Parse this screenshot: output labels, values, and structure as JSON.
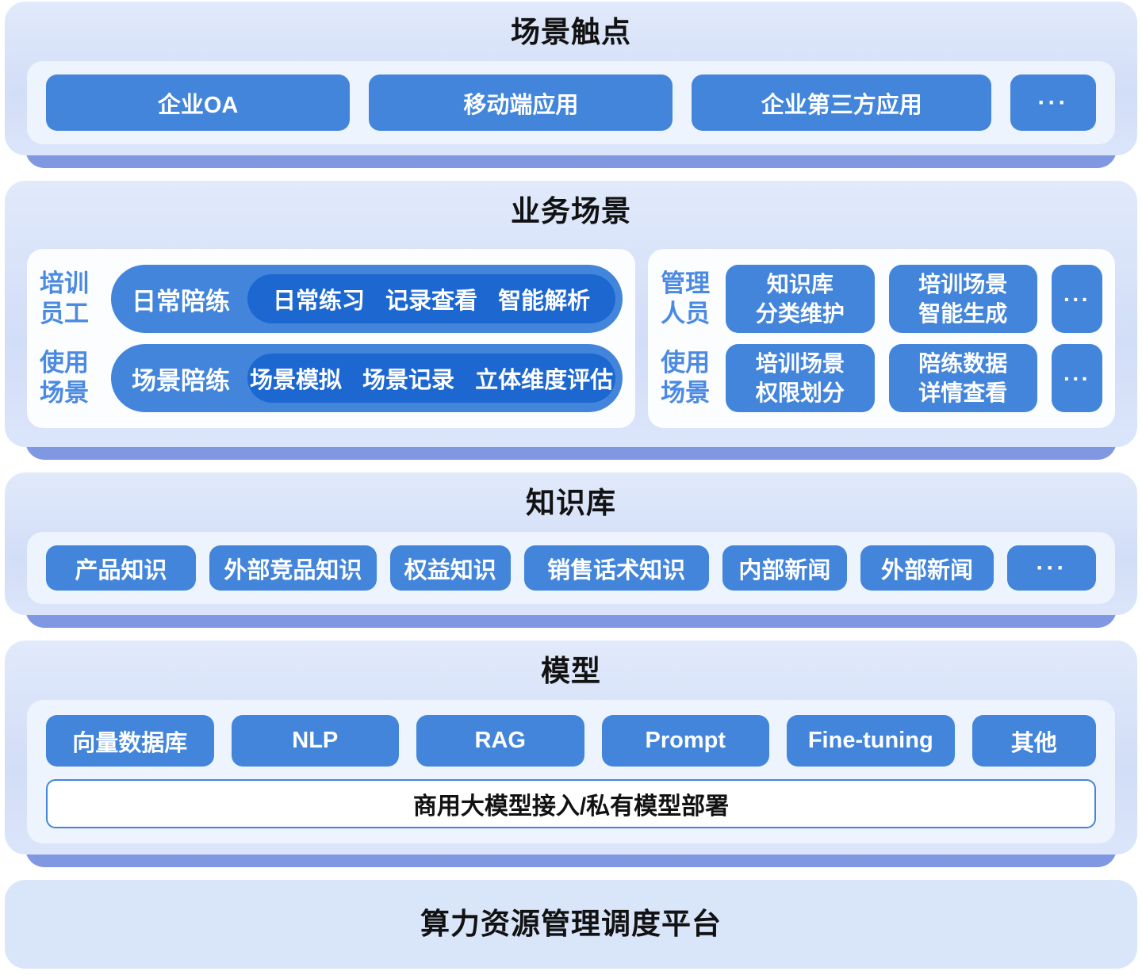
{
  "colors": {
    "button_blue": "#4285db",
    "deep_pill_blue": "#1d67d1",
    "shadow_band": "#8098e1",
    "role_label_blue": "#4b8ae2",
    "section_bg": "#d7e2f8",
    "panel_bg": "#fbfdff"
  },
  "touchpoints": {
    "title": "场景触点",
    "items": [
      "企业OA",
      "移动端应用",
      "企业第三方应用"
    ],
    "more": "···"
  },
  "business": {
    "title": "业务场景",
    "left": {
      "roles": [
        "培训",
        "员工",
        "使用",
        "场景"
      ],
      "rows": [
        {
          "label": "日常陪练",
          "detail": "日常练习 记录查看 智能解析"
        },
        {
          "label": "场景陪练",
          "detail": "场景模拟 场景记录 立体维度评估"
        }
      ]
    },
    "right": {
      "roles": [
        "管理",
        "人员",
        "使用",
        "场景"
      ],
      "rows": [
        {
          "buttons": [
            {
              "line1": "知识库",
              "line2": "分类维护"
            },
            {
              "line1": "培训场景",
              "line2": "智能生成"
            }
          ],
          "more": "···"
        },
        {
          "buttons": [
            {
              "line1": "培训场景",
              "line2": "权限划分"
            },
            {
              "line1": "陪练数据",
              "line2": "详情查看"
            }
          ],
          "more": "···"
        }
      ]
    }
  },
  "knowledge": {
    "title": "知识库",
    "items": [
      "产品知识",
      "外部竞品知识",
      "权益知识",
      "销售话术知识",
      "内部新闻",
      "外部新闻"
    ],
    "more": "···"
  },
  "model": {
    "title": "模型",
    "items": [
      "向量数据库",
      "NLP",
      "RAG",
      "Prompt",
      "Fine-tuning",
      "其他"
    ],
    "bar": "商用大模型接入/私有模型部署"
  },
  "platform": {
    "title": "算力资源管理调度平台"
  }
}
